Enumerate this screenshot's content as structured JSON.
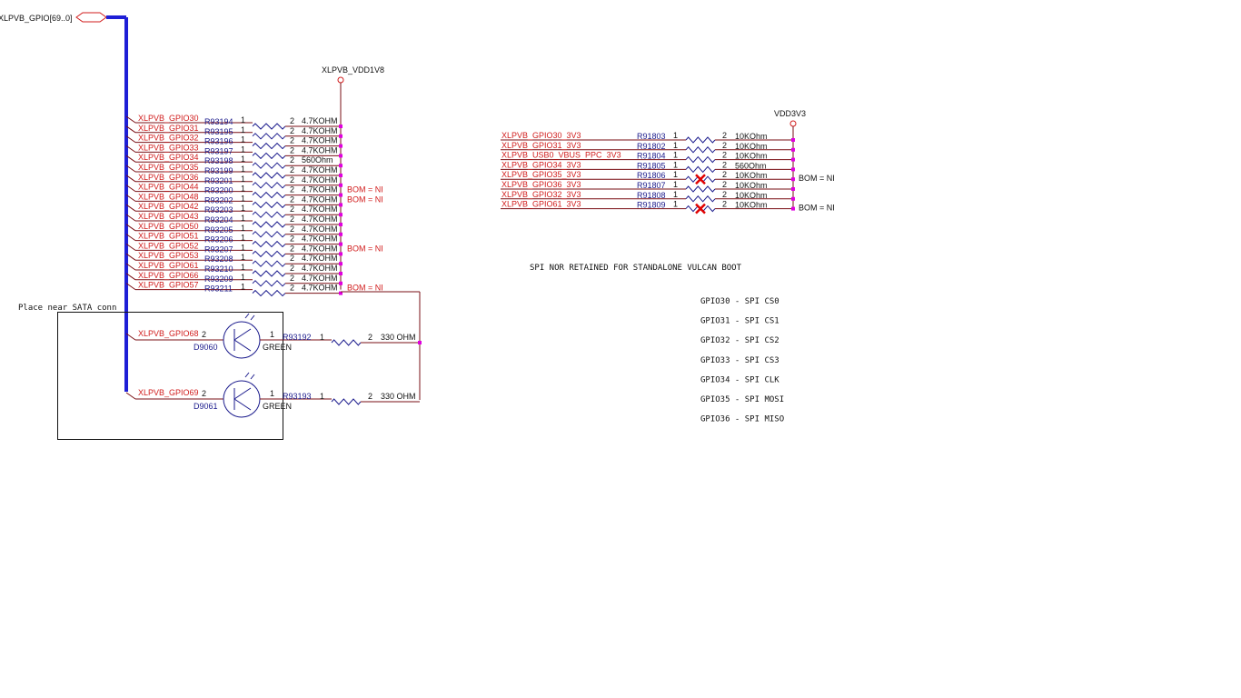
{
  "colors": {
    "wire": "#7a0f14",
    "part": "#1a1a8c",
    "bus": "#1f1fd6",
    "net_label": "#d11c1c",
    "junction": "#e000e0",
    "bom": "#d11c1c",
    "no_install_mark": "#e00000",
    "text": "#111111"
  },
  "icons": {
    "bus_port": "hexagon-port-icon",
    "power_port": "power-port-circle-icon",
    "resistor": "zigzag-resistor-icon",
    "led": "led-symbol-icon",
    "not_installed": "red-x-icon"
  },
  "bus": {
    "label": "XLPVB_GPIO[69..0]"
  },
  "left_group": {
    "power_rail": "XLPVB_VDD1V8",
    "resistors": [
      {
        "net": "XLPVB_GPIO30",
        "ref": "R93194",
        "pin1": "1",
        "pin2": "2",
        "value": "4.7KOHM",
        "bom": ""
      },
      {
        "net": "XLPVB_GPIO31",
        "ref": "R93195",
        "pin1": "1",
        "pin2": "2",
        "value": "4.7KOHM",
        "bom": ""
      },
      {
        "net": "XLPVB_GPIO32",
        "ref": "R93196",
        "pin1": "1",
        "pin2": "2",
        "value": "4.7KOHM",
        "bom": ""
      },
      {
        "net": "XLPVB_GPIO33",
        "ref": "R93197",
        "pin1": "1",
        "pin2": "2",
        "value": "4.7KOHM",
        "bom": ""
      },
      {
        "net": "XLPVB_GPIO34",
        "ref": "R93198",
        "pin1": "1",
        "pin2": "2",
        "value": "560Ohm",
        "bom": ""
      },
      {
        "net": "XLPVB_GPIO35",
        "ref": "R93199",
        "pin1": "1",
        "pin2": "2",
        "value": "4.7KOHM",
        "bom": ""
      },
      {
        "net": "XLPVB_GPIO36",
        "ref": "R93201",
        "pin1": "1",
        "pin2": "2",
        "value": "4.7KOHM",
        "bom": ""
      },
      {
        "net": "XLPVB_GPIO44",
        "ref": "R93200",
        "pin1": "1",
        "pin2": "2",
        "value": "4.7KOHM",
        "bom": "BOM = NI"
      },
      {
        "net": "XLPVB_GPIO48",
        "ref": "R93202",
        "pin1": "1",
        "pin2": "2",
        "value": "4.7KOHM",
        "bom": "BOM = NI"
      },
      {
        "net": "XLPVB_GPIO42",
        "ref": "R93203",
        "pin1": "1",
        "pin2": "2",
        "value": "4.7KOHM",
        "bom": ""
      },
      {
        "net": "XLPVB_GPIO43",
        "ref": "R93204",
        "pin1": "1",
        "pin2": "2",
        "value": "4.7KOHM",
        "bom": ""
      },
      {
        "net": "XLPVB_GPIO50",
        "ref": "R93205",
        "pin1": "1",
        "pin2": "2",
        "value": "4.7KOHM",
        "bom": ""
      },
      {
        "net": "XLPVB_GPIO51",
        "ref": "R93206",
        "pin1": "1",
        "pin2": "2",
        "value": "4.7KOHM",
        "bom": ""
      },
      {
        "net": "XLPVB_GPIO52",
        "ref": "R93207",
        "pin1": "1",
        "pin2": "2",
        "value": "4.7KOHM",
        "bom": "BOM = NI"
      },
      {
        "net": "XLPVB_GPIO53",
        "ref": "R93208",
        "pin1": "1",
        "pin2": "2",
        "value": "4.7KOHM",
        "bom": ""
      },
      {
        "net": "XLPVB_GPIO61",
        "ref": "R93210",
        "pin1": "1",
        "pin2": "2",
        "value": "4.7KOHM",
        "bom": ""
      },
      {
        "net": "XLPVB_GPIO66",
        "ref": "R93209",
        "pin1": "1",
        "pin2": "2",
        "value": "4.7KOHM",
        "bom": ""
      },
      {
        "net": "XLPVB_GPIO57",
        "ref": "R93211",
        "pin1": "1",
        "pin2": "2",
        "value": "4.7KOHM",
        "bom": "BOM = NI"
      }
    ]
  },
  "led_box": {
    "note": "Place near SATA conn",
    "leds": [
      {
        "net": "XLPVB_GPIO68",
        "pin_left": "2",
        "ref": "D9060",
        "pin_right": "1",
        "color": "GREEN",
        "res_ref": "R93192",
        "res_pin1": "1",
        "res_pin2": "2",
        "res_value": "330 OHM"
      },
      {
        "net": "XLPVB_GPIO69",
        "pin_left": "2",
        "ref": "D9061",
        "pin_right": "1",
        "color": "GREEN",
        "res_ref": "R93193",
        "res_pin1": "1",
        "res_pin2": "2",
        "res_value": "330 OHM"
      }
    ]
  },
  "right_group": {
    "power_rail": "VDD3V3",
    "resistors": [
      {
        "net": "XLPVB_GPIO30_3V3",
        "ref": "R91803",
        "pin1": "1",
        "pin2": "2",
        "value": "10KOhm",
        "not_installed": false,
        "bom": ""
      },
      {
        "net": "XLPVB_GPIO31_3V3",
        "ref": "R91802",
        "pin1": "1",
        "pin2": "2",
        "value": "10KOhm",
        "not_installed": false,
        "bom": ""
      },
      {
        "net": "XLPVB_USB0_VBUS_PPC_3V3",
        "ref": "R91804",
        "pin1": "1",
        "pin2": "2",
        "value": "10KOhm",
        "not_installed": false,
        "bom": ""
      },
      {
        "net": "XLPVB_GPIO34_3V3",
        "ref": "R91805",
        "pin1": "1",
        "pin2": "2",
        "value": "560Ohm",
        "not_installed": false,
        "bom": ""
      },
      {
        "net": "XLPVB_GPIO35_3V3",
        "ref": "R91806",
        "pin1": "1",
        "pin2": "2",
        "value": "10KOhm",
        "not_installed": true,
        "bom": "BOM = NI"
      },
      {
        "net": "XLPVB_GPIO36_3V3",
        "ref": "R91807",
        "pin1": "1",
        "pin2": "2",
        "value": "10KOhm",
        "not_installed": false,
        "bom": ""
      },
      {
        "net": "XLPVB_GPIO32_3V3",
        "ref": "R91808",
        "pin1": "1",
        "pin2": "2",
        "value": "10KOhm",
        "not_installed": false,
        "bom": ""
      },
      {
        "net": "XLPVB_GPIO61_3V3",
        "ref": "R91809",
        "pin1": "1",
        "pin2": "2",
        "value": "10KOhm",
        "not_installed": true,
        "bom": "BOM = NI"
      }
    ]
  },
  "notes": {
    "title": "SPI NOR RETAINED FOR STANDALONE VULCAN BOOT",
    "lines": [
      "GPIO30 - SPI CS0",
      "GPIO31 - SPI CS1",
      "GPIO32 - SPI CS2",
      "GPIO33 - SPI CS3",
      "GPIO34 - SPI CLK",
      "GPIO35 - SPI MOSI",
      "GPIO36 - SPI MISO"
    ]
  }
}
